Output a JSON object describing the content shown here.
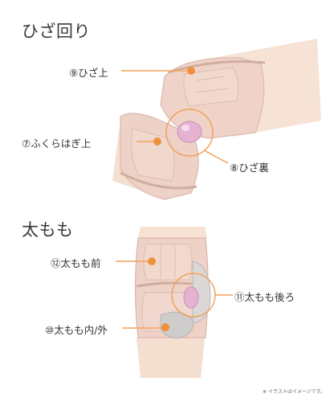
{
  "sections": {
    "knee": {
      "title": "ひざ回り",
      "labels": {
        "above_knee": "⑨ひざ上",
        "upper_calf": "⑦ふくらはぎ上",
        "behind_knee": "⑧ひざ裏"
      }
    },
    "thigh": {
      "title": "太もも",
      "labels": {
        "front_thigh": "⑫太もも前",
        "back_thigh": "⑪太もも後ろ",
        "inner_outer_thigh": "⑩太もも内/外"
      }
    }
  },
  "footnote": "※ イラストはイメージです。",
  "colors": {
    "dot": "#f0913a",
    "line": "#f2a25b",
    "pad": "#f0d2ca",
    "pad_edge": "#d9b8ad",
    "skin": "#f6e1d3",
    "airbag": "#e9b7d4"
  }
}
